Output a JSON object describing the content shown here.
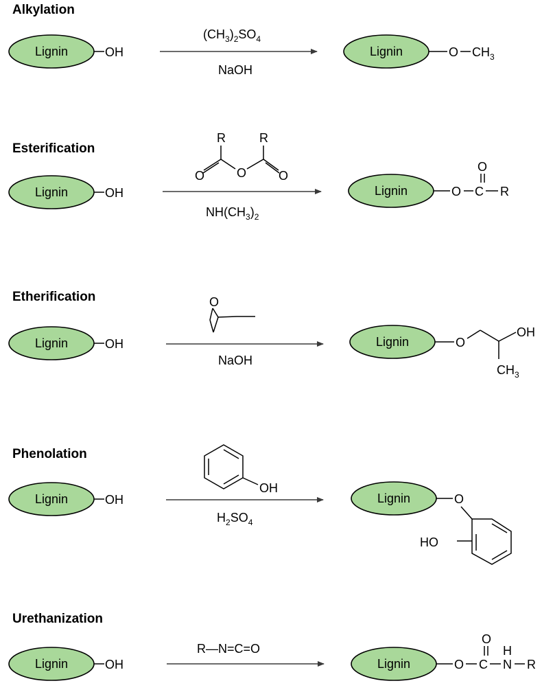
{
  "substrate": {
    "ellipse_label": "Lignin",
    "group": "OH"
  },
  "reactions": [
    {
      "title": "Alkylation",
      "reagent_top": "(CH3)2SO4",
      "reagent_bottom": "NaOH",
      "product_groups": [
        "O",
        "CH3"
      ]
    },
    {
      "title": "Esterification",
      "reagent_top_atoms": [
        "R",
        "R",
        "O",
        "O",
        "O"
      ],
      "reagent_bottom": "NH(CH3)2",
      "product_groups": [
        "O",
        "C",
        "O",
        "R"
      ]
    },
    {
      "title": "Etherification",
      "reagent_top_atoms": [
        "O"
      ],
      "reagent_bottom": "NaOH",
      "product_groups": [
        "O",
        "OH",
        "CH3"
      ]
    },
    {
      "title": "Phenolation",
      "reagent_top_atoms": [
        "OH"
      ],
      "reagent_bottom": "H2SO4",
      "product_groups": [
        "O",
        "HO"
      ]
    },
    {
      "title": "Urethanization",
      "reagent_top": "R—N=C=O",
      "product_groups": [
        "O",
        "C",
        "O",
        "H",
        "N",
        "R"
      ]
    }
  ]
}
